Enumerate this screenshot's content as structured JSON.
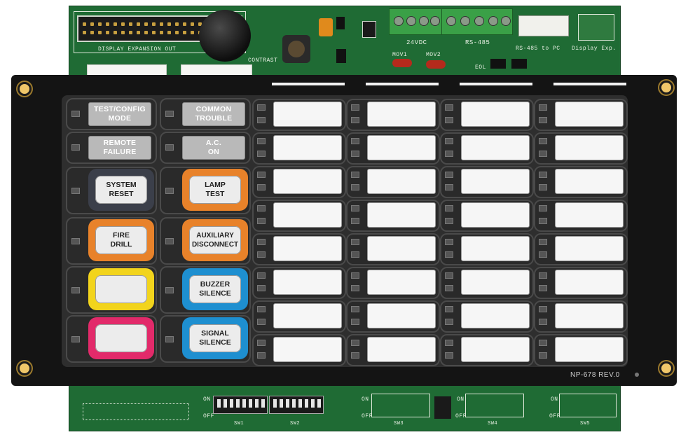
{
  "board": {
    "display_expansion_label": "DISPLAY EXPANSION OUT",
    "contrast_label": "CONTRAST",
    "power_label": "24VDC",
    "rs485_label": "RS-485",
    "rs485_pc_label": "RS-485 to PC",
    "display_exp_label": "Display Exp.",
    "mov1_label": "MOV1",
    "mov2_label": "MOV2",
    "eol_label": "EOL",
    "model_label": "NP-678  REV.0",
    "sw_labels": [
      "SW1",
      "SW2",
      "SW3",
      "SW4",
      "SW5"
    ],
    "on_label": "ON",
    "off_label": "OFF"
  },
  "status_indicators": [
    {
      "id": "test-config-mode",
      "line1": "TEST/CONFIG",
      "line2": "MODE"
    },
    {
      "id": "common-trouble",
      "line1": "COMMON",
      "line2": "TROUBLE"
    },
    {
      "id": "remote-failure",
      "line1": "REMOTE",
      "line2": "FAILURE"
    },
    {
      "id": "ac-on",
      "line1": "A.C.",
      "line2": "ON"
    }
  ],
  "buttons": [
    {
      "id": "system-reset",
      "line1": "SYSTEM",
      "line2": "RESET",
      "color": "#3b3f4a"
    },
    {
      "id": "lamp-test",
      "line1": "LAMP",
      "line2": "TEST",
      "color": "#e8822a"
    },
    {
      "id": "fire-drill",
      "line1": "FIRE",
      "line2": "DRILL",
      "color": "#e8822a"
    },
    {
      "id": "auxiliary-disconnect",
      "line1": "AUXILIARY",
      "line2": "DISCONNECT",
      "color": "#e8822a"
    },
    {
      "id": "yellow-blank",
      "line1": "",
      "line2": "",
      "color": "#f2d41c"
    },
    {
      "id": "buzzer-silence",
      "line1": "BUZZER",
      "line2": "SILENCE",
      "color": "#1e8fd0"
    },
    {
      "id": "pink-blank",
      "line1": "",
      "line2": "",
      "color": "#e22a6a"
    },
    {
      "id": "signal-silence",
      "line1": "SIGNAL",
      "line2": "SILENCE",
      "color": "#1e8fd0"
    }
  ],
  "zone_grid": {
    "columns": 4,
    "rows": 8
  }
}
